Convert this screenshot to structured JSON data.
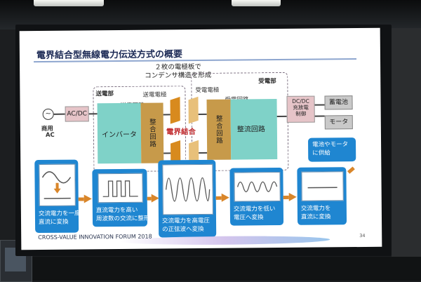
{
  "slide": {
    "title": "電界結合型無線電力伝送方式の概要",
    "callout_line1": "２枚の電極板で",
    "callout_line2": "コンデンサ構造を形成",
    "tx_section": "送電部",
    "rx_section": "受電部",
    "tx_electrode": "送電電極",
    "rx_electrode": "受電電極",
    "tx_circuit": "送電回路",
    "rx_circuit": "受電回路",
    "inverter": "インバータ",
    "matching_left": "整合回路",
    "matching_right": "整合回路",
    "rectifier": "整流回路",
    "coupling": "電界結合",
    "ac_dc": "AC/DC",
    "source_line1": "商用",
    "source_line2": "AC",
    "dcdc": "DC/DC\n充放電\n制御",
    "battery": "蓄電池",
    "motor": "モータ",
    "supply_line1": "電池やモータ",
    "supply_line2": "に供給",
    "steps": [
      {
        "line1": "交流電力を一度",
        "line2": "直流に変換"
      },
      {
        "line1": "直流電力を高い",
        "line2": "周波数の交流に整形"
      },
      {
        "line1": "交流電力を高電圧",
        "line2": "の正弦波へ変換"
      },
      {
        "line1": "交流電力を低い",
        "line2": "電圧へ変換"
      },
      {
        "line1": "交流電力を",
        "line2": "直流に変換"
      }
    ],
    "footer": "CROSS-VALUE INNOVATION FORUM 2018",
    "page_number": "34"
  },
  "colors": {
    "title": "#1c2a55",
    "teal": "#7fd2c8",
    "orange": "#c79a4a",
    "step_blue": "#1f86d1",
    "coupling_red": "#c0282c"
  }
}
